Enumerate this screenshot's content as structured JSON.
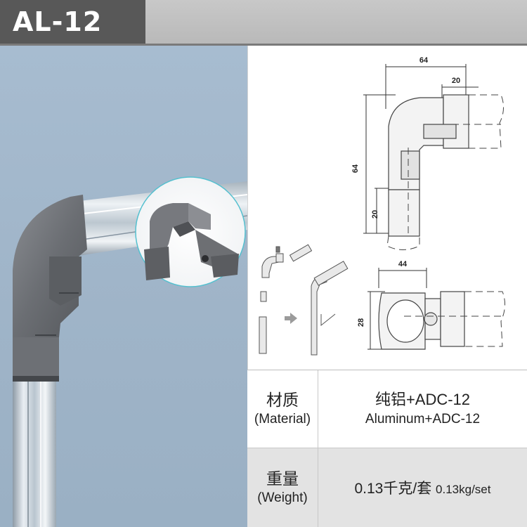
{
  "header": {
    "model": "AL-12"
  },
  "drawing": {
    "dims": {
      "top_width": "64",
      "top_right": "20",
      "left_height": "64",
      "left_bottom": "20",
      "plan_width": "44",
      "plan_height": "28"
    }
  },
  "spec": {
    "material": {
      "label_zh": "材质",
      "label_en": "(Material)",
      "value_zh": "纯铝+ADC-12",
      "value_en": "Aluminum+ADC-12"
    },
    "weight": {
      "label_zh": "重量",
      "label_en": "(Weight)",
      "value_zh": "0.13千克/套",
      "value_en": "0.13kg/set"
    }
  }
}
